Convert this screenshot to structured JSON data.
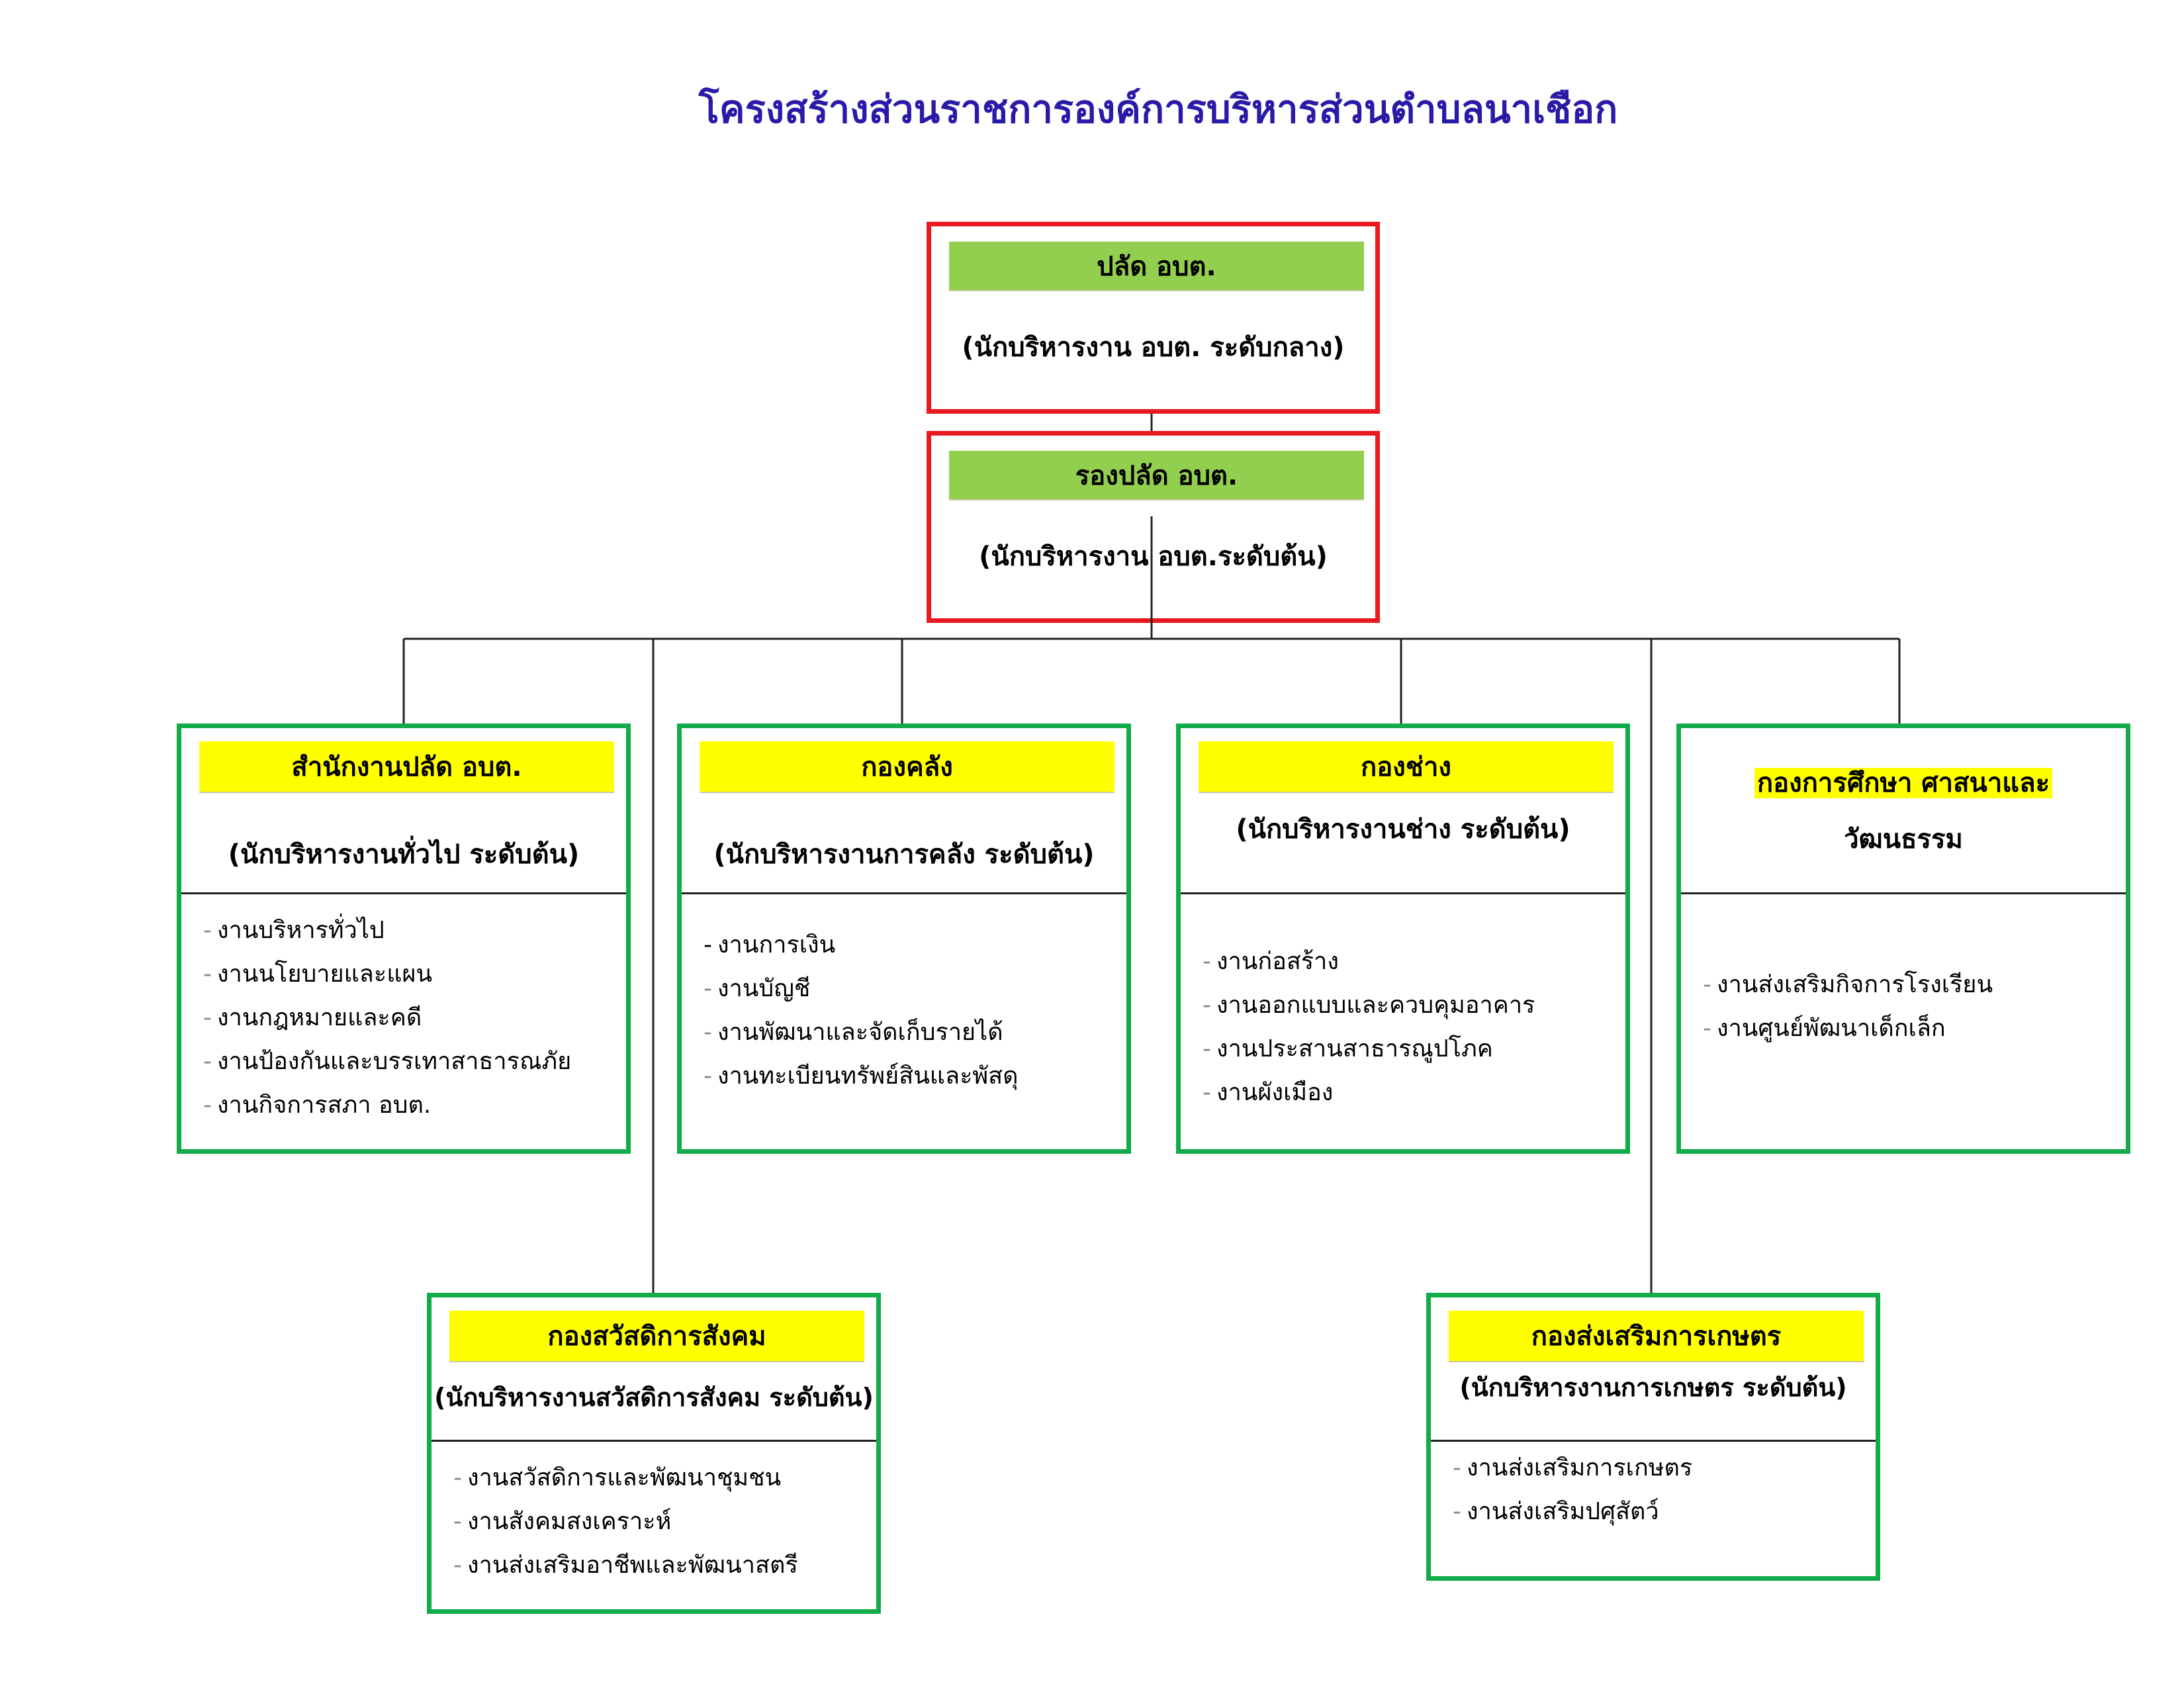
{
  "title": "โครงสร้างส่วนราชการองค์การบริหารส่วนตำบลนาเชือก",
  "chief": {
    "position": "ปลัด อบต.",
    "level": "(นักบริหารงาน อบต. ระดับกลาง)"
  },
  "deputy": {
    "position": "รองปลัด อบต.",
    "level": "(นักบริหารงาน อบต.ระดับต้น)"
  },
  "divisions": [
    {
      "name": "สำนักงานปลัด อบต.",
      "level": "(นักบริหารงานทั่วไป ระดับต้น)",
      "duties": [
        "งานบริหารทั่วไป",
        "งานนโยบายและแผน",
        "งานกฎหมายและคดี",
        "งานป้องกันและบรรเทาสาธารณภัย",
        "งานกิจการสภา อบต."
      ]
    },
    {
      "name": "กองคลัง",
      "level": "(นักบริหารงานการคลัง ระดับต้น)",
      "duties": [
        "งานการเงิน",
        "งานบัญชี",
        "งานพัฒนาและจัดเก็บรายได้",
        "งานทะเบียนทรัพย์สินและพัสดุ"
      ]
    },
    {
      "name": "กองช่าง",
      "level": "(นักบริหารงานช่าง ระดับต้น)",
      "duties": [
        "งานก่อสร้าง",
        "งานออกแบบและควบคุมอาคาร",
        "งานประสานสาธารณูปโภค",
        "งานผังเมือง"
      ]
    },
    {
      "name_line1": "กองการศึกษา ศาสนาและ",
      "name_line2": "วัฒนธรรม",
      "duties": [
        "งานส่งเสริมกิจการโรงเรียน",
        "งานศูนย์พัฒนาเด็กเล็ก"
      ]
    },
    {
      "name": "กองสวัสดิการสังคม",
      "level": "(นักบริหารงานสวัสดิการสังคม ระดับต้น)",
      "duties": [
        "งานสวัสดิการและพัฒนาชุมชน",
        "งานสังคมสงเคราะห์",
        "งานส่งเสริมอาชีพและพัฒนาสตรี"
      ]
    },
    {
      "name": "กองส่งเสริมการเกษตร",
      "level": "(นักบริหารงานการเกษตร ระดับต้น)",
      "duties": [
        "งานส่งเสริมการเกษตร",
        "งานส่งเสริมปศุสัตว์"
      ]
    }
  ],
  "colors": {
    "title": "#2a1aa8",
    "executive_border": "#e8191f",
    "division_border": "#12ab4a",
    "executive_header": "#93cf4f",
    "division_header": "#ffff00"
  }
}
